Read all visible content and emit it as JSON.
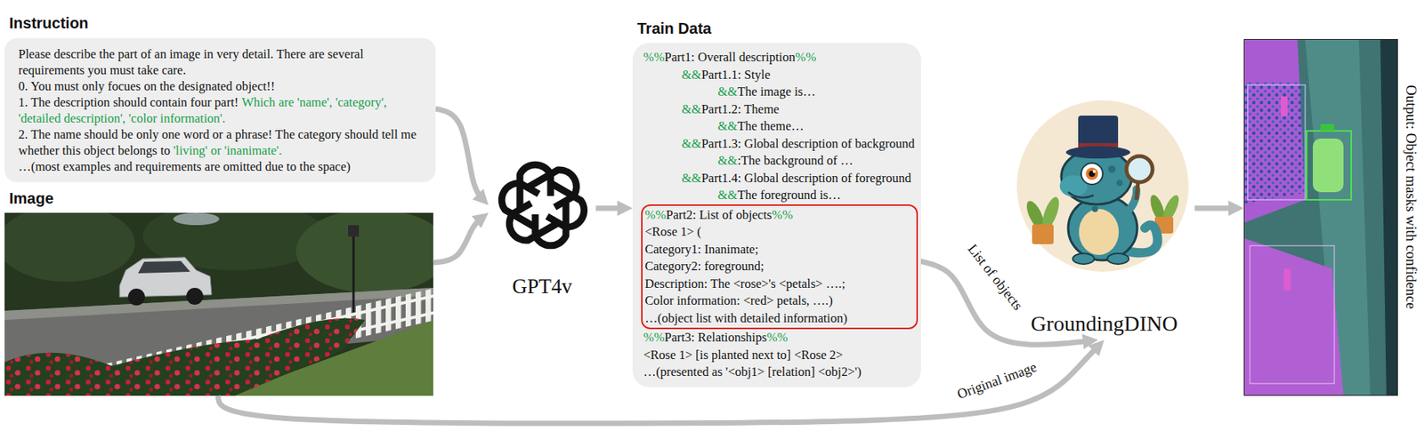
{
  "diagram": {
    "nodes": [
      {
        "text": [
          "Instruction",
          "Please describe the part of an image in very detail. There are several requirements you must take care.",
          "0. You must only focues on the designated object!!",
          "1. The description should contain four part!",
          "Which are 'name', 'category', 'detailed description', 'color information'.",
          "2. The name should be only one word or a phrase! The category should tell me whether this object belongs to",
          "'living' or 'inanimate'.",
          "…(most examples and requirements are omitted due to the space)"
        ]
      },
      {
        "text": [
          "Image"
        ]
      },
      {
        "text": [
          "GPT4v"
        ]
      },
      {
        "text": [
          "Train Data",
          "%%Part1: Overall description%%",
          "&&Part1.1: Style",
          "&&The image is…",
          "&&Part1.2: Theme",
          "&&The theme…",
          "&&Part1.3: Global description of background",
          "&&:The background of …",
          "&&Part1.4: Global description of foreground",
          "&&The foreground is…",
          "%%Part3: Relationships%%",
          "<Rose 1> [is planted next to] <Rose 2>",
          "…(presented as '<obj1> [relation] <obj2>')"
        ]
      },
      {
        "text": [
          "%%Part2: List of objects%%",
          "<Rose 1> (",
          "Category1: Inanimate;",
          "Category2: foreground;",
          "Description: The <rose>'s <petals> ….;",
          "Color information: <red> petals, ….)",
          "…(object list with detailed information)"
        ],
        "in": 3
      },
      {
        "text": [
          "GroundingDINO"
        ]
      },
      {
        "text": [
          "Output: Object masks with confidence"
        ]
      }
    ],
    "edges": [
      {
        "from": 0,
        "to": 2,
        "arrow": "to"
      },
      {
        "from": 1,
        "to": 2,
        "arrow": "to"
      },
      {
        "from": 2,
        "to": 3,
        "arrow": "to"
      },
      {
        "from": 4,
        "to": 5,
        "label": "List of objects",
        "arrow": "to"
      },
      {
        "from": 1,
        "to": 5,
        "label": "Original image",
        "arrow": "to"
      },
      {
        "from": 5,
        "to": 6,
        "arrow": "to"
      }
    ]
  }
}
